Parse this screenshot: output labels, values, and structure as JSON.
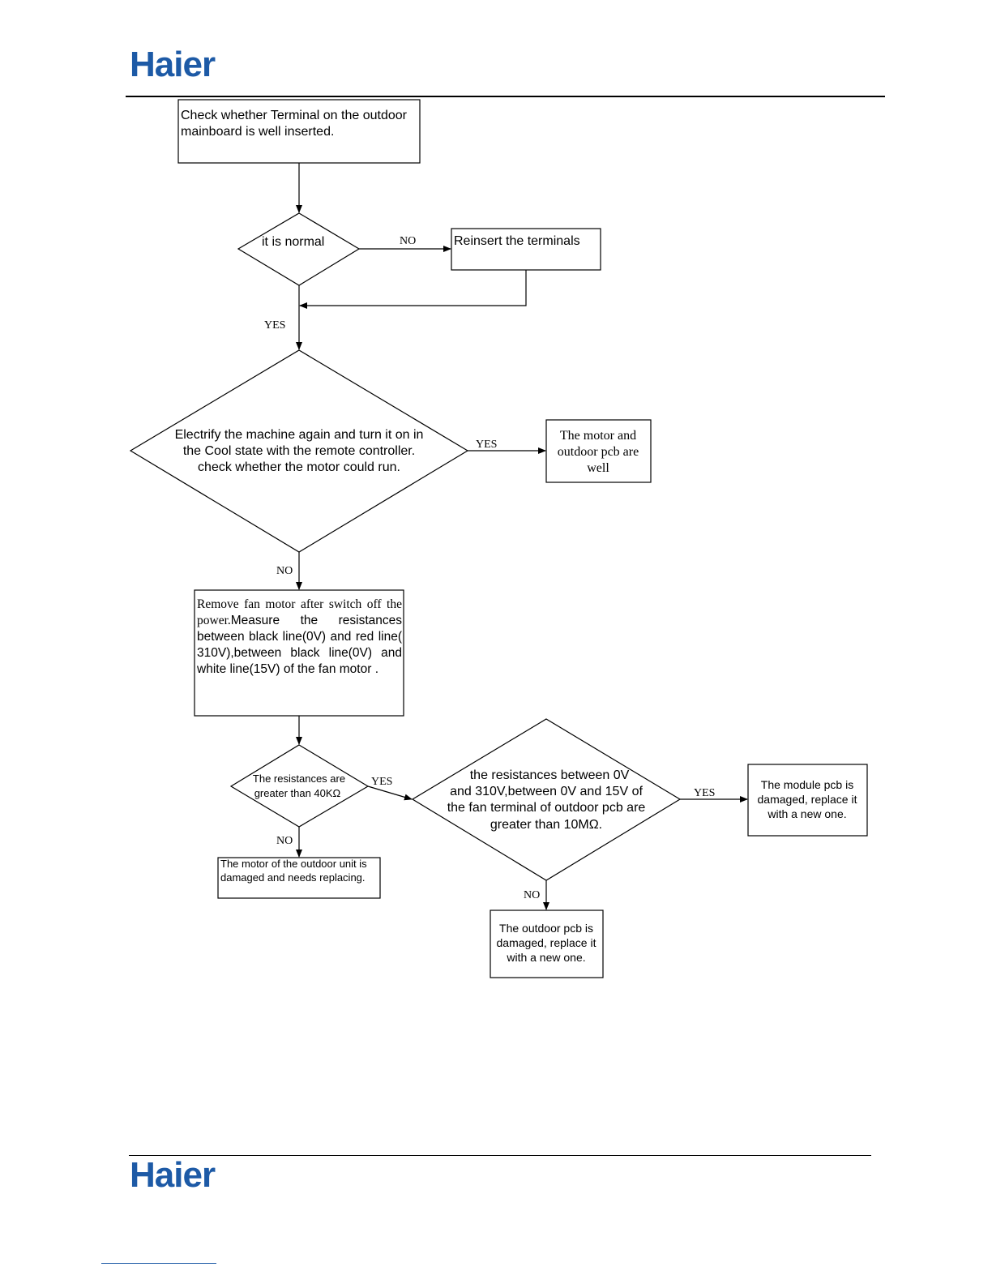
{
  "header": {
    "logo_text": "Haier",
    "brand_color": "#1d5aa6"
  },
  "footer": {
    "logo_text": "Haier",
    "link_color": "#1d5aa6"
  },
  "flowchart": {
    "start_box": "Check whether Terminal on the outdoor mainboard is well inserted.",
    "decision_normal": "it is normal",
    "reinsert_box": "Reinsert the terminals",
    "decision_run": [
      "Electrify the machine again and turn it on in",
      "the Cool state with the remote controller.",
      "check whether the motor could run."
    ],
    "motor_ok_box": [
      "The motor and",
      "outdoor pcb are",
      "well"
    ],
    "remove_fan_box_serif": "Remove fan motor after switch off the power.",
    "remove_fan_box_sans": "Measure the resistances between black line(0V) and red line( 310V),between black line(0V) and white line(15V) of the fan motor .",
    "decision_40k": [
      "The resistances are",
      "greater than 40KΩ"
    ],
    "motor_damaged_box": "The motor of the outdoor unit is damaged and needs replacing.",
    "decision_10m": [
      "the resistances between 0V",
      "and  310V,between 0V and 15V of",
      "the fan terminal of outdoor pcb are",
      "greater than 10MΩ."
    ],
    "module_pcb_box": [
      "The module pcb is",
      "damaged, replace it",
      "with a new one."
    ],
    "outdoor_pcb_box": [
      "The outdoor pcb is",
      "damaged, replace it",
      "with a new one."
    ],
    "labels": {
      "yes": "YES",
      "no": "NO"
    }
  }
}
